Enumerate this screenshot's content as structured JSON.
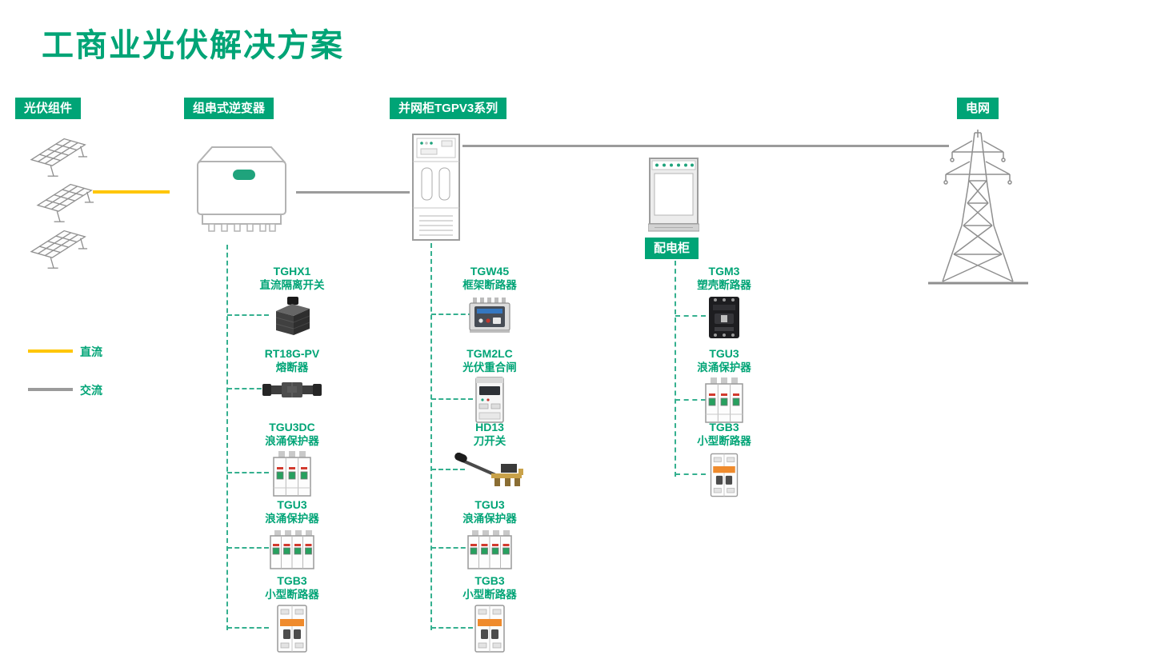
{
  "title": "工商业光伏解决方案",
  "flow_labels": {
    "pv": "光伏组件",
    "inverter": "组串式逆变器",
    "grid_cabinet": "并网柜TGPV3系列",
    "dist_cabinet": "配电柜",
    "grid": "电网"
  },
  "legend": {
    "dc": "直流",
    "ac": "交流"
  },
  "colors": {
    "brand_green": "#00A476",
    "dc_yellow": "#FFC600",
    "ac_gray": "#9B9B9B",
    "dashed_teal": "#35B08F"
  },
  "columns": [
    {
      "name": "inverter-accessories",
      "items": [
        {
          "model": "TGHX1",
          "desc": "直流隔离开关",
          "icon": "dc-isolator-icon"
        },
        {
          "model": "RT18G-PV",
          "desc": "熔断器",
          "icon": "fuse-icon"
        },
        {
          "model": "TGU3DC",
          "desc": "浪涌保护器",
          "icon": "surge-protector-icon"
        },
        {
          "model": "TGU3",
          "desc": "浪涌保护器",
          "icon": "surge-protector-icon"
        },
        {
          "model": "TGB3",
          "desc": "小型断路器",
          "icon": "miniature-breaker-icon"
        }
      ]
    },
    {
      "name": "grid-cabinet-accessories",
      "items": [
        {
          "model": "TGW45",
          "desc": "框架断路器",
          "icon": "frame-breaker-icon"
        },
        {
          "model": "TGM2LC",
          "desc": "光伏重合闸",
          "icon": "pv-recloser-icon"
        },
        {
          "model": "HD13",
          "desc": "刀开关",
          "icon": "knife-switch-icon"
        },
        {
          "model": "TGU3",
          "desc": "浪涌保护器",
          "icon": "surge-protector-icon"
        },
        {
          "model": "TGB3",
          "desc": "小型断路器",
          "icon": "miniature-breaker-icon"
        }
      ]
    },
    {
      "name": "dist-cabinet-accessories",
      "items": [
        {
          "model": "TGM3",
          "desc": "塑壳断路器",
          "icon": "molded-case-breaker-icon"
        },
        {
          "model": "TGU3",
          "desc": "浪涌保护器",
          "icon": "surge-protector-icon"
        },
        {
          "model": "TGB3",
          "desc": "小型断路器",
          "icon": "miniature-breaker-icon"
        }
      ]
    }
  ]
}
